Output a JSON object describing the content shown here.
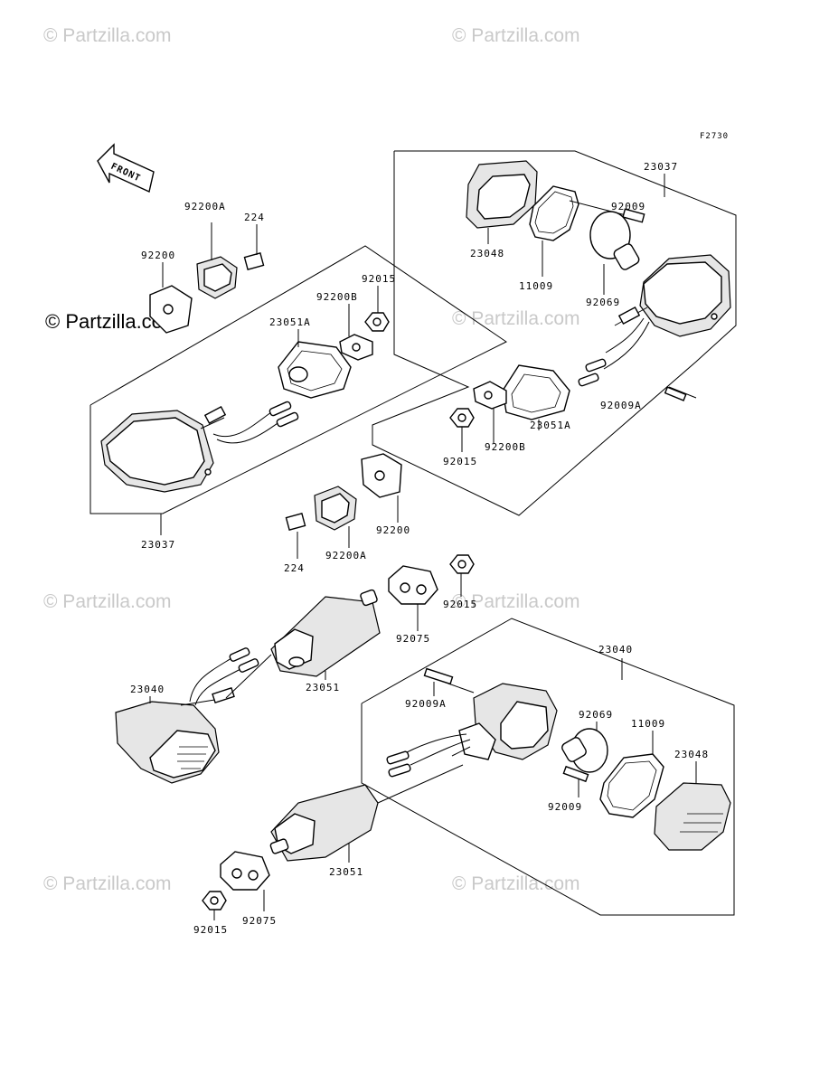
{
  "figure_code": "F2730",
  "front_label": "FRONT",
  "watermarks": {
    "text": "© Partzilla.com",
    "main": "© Partzilla.com"
  },
  "labels": {
    "l_23037_tr": "23037",
    "l_92009_tr": "92009",
    "l_23048_tr": "23048",
    "l_11009_tr": "11009",
    "l_92069_tr": "92069",
    "l_92009A_tr": "92009A",
    "l_23051A_r": "23051A",
    "l_92200B_r": "92200B",
    "l_92015_r": "92015",
    "l_224_tl": "224",
    "l_92200A_tl": "92200A",
    "l_92200_tl": "92200",
    "l_92015_tl": "92015",
    "l_92200B_tl": "92200B",
    "l_23051A_tl": "23051A",
    "l_23037_l": "23037",
    "l_92200_c": "92200",
    "l_224_c": "224",
    "l_92200A_c": "92200A",
    "l_92015_c": "92015",
    "l_92075_c": "92075",
    "l_23040_l": "23040",
    "l_23051_c": "23051",
    "l_23040_r": "23040",
    "l_92009A_br": "92009A",
    "l_92069_br": "92069",
    "l_11009_br": "11009",
    "l_23048_br": "23048",
    "l_92009_br": "92009",
    "l_23051_b": "23051",
    "l_92015_b": "92015",
    "l_92075_b": "92075"
  }
}
